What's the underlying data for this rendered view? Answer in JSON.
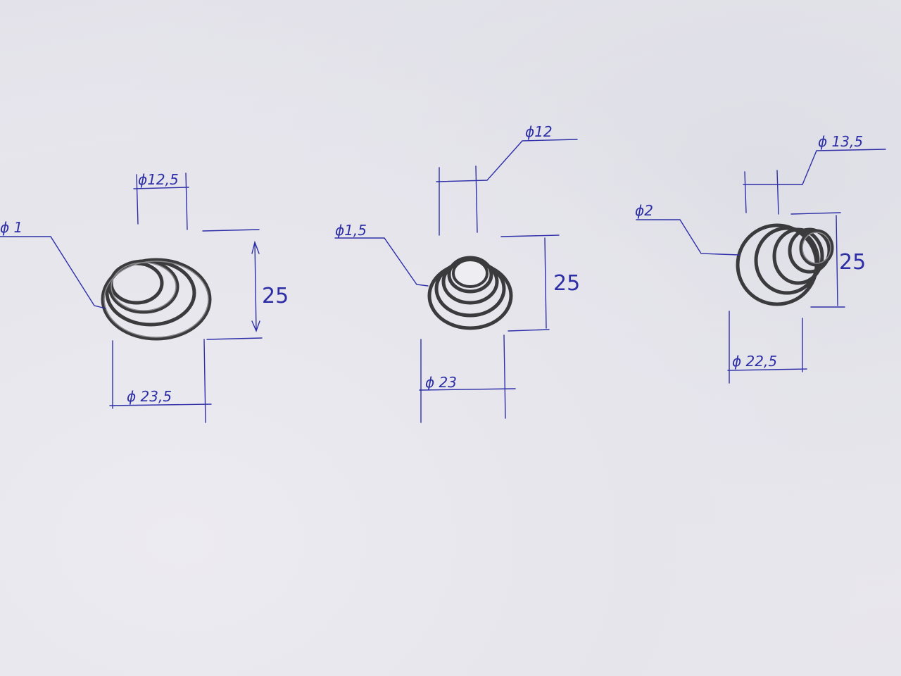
{
  "springs": [
    {
      "wire_diameter": "ϕ 1",
      "small_diameter": "ϕ12,5",
      "height": "25",
      "base_diameter": "ϕ 23,5"
    },
    {
      "wire_diameter": "ϕ1,5",
      "small_diameter": "ϕ12",
      "height": "25",
      "base_diameter": "ϕ 23"
    },
    {
      "wire_diameter": "ϕ2",
      "small_diameter": "ϕ 13,5",
      "height": "25",
      "base_diameter": "ϕ 22,5"
    }
  ],
  "colors": {
    "ink": "#2e2fa8",
    "paper": "#e9e8ee",
    "metal": "#3b3b3d"
  }
}
